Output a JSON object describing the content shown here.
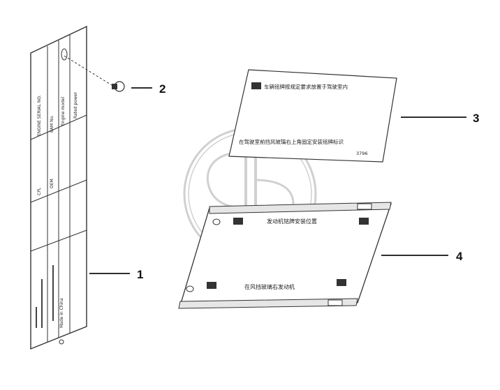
{
  "diagram": {
    "callouts": [
      {
        "id": "1",
        "label": "1"
      },
      {
        "id": "2",
        "label": "2"
      },
      {
        "id": "3",
        "label": "3"
      },
      {
        "id": "4",
        "label": "4"
      }
    ],
    "plate_label_3": {
      "line1": "车辆铭牌按规定要求放置于驾驶室内",
      "line2": "在驾驶室前挡风玻璃右上角固定安装铭牌标识",
      "code": "3796"
    },
    "plate_label_4": {
      "line1": "发动机铭牌安装位置",
      "line2": "在风挡玻璃右发动机"
    },
    "nameplate_1": {
      "col_headers": [
        "ENGINE SERIAL NO.",
        "CPL",
        "EAM No.",
        "OEM",
        "Engine model",
        "Rated power"
      ],
      "footer_text": "Made in China"
    }
  }
}
